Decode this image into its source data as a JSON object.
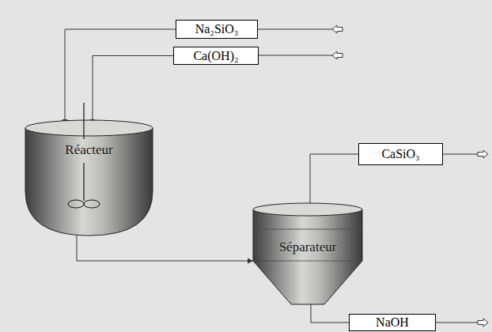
{
  "diagram": {
    "nodes": [
      {
        "text": [
          "Na₂SiO₃"
        ]
      },
      {
        "text": [
          "Ca(OH)₂"
        ]
      },
      {
        "text": [
          "Réacteur"
        ]
      },
      {
        "text": [
          "Séparateur"
        ]
      },
      {
        "text": [
          "CaSiO₃"
        ]
      },
      {
        "text": [
          "NaOH"
        ]
      }
    ],
    "edges": [
      {
        "from": 0,
        "to": 2,
        "arrow": "to"
      },
      {
        "from": 1,
        "to": 2,
        "arrow": "to"
      },
      {
        "from": 2,
        "to": 3,
        "arrow": "to"
      },
      {
        "from": 3,
        "to": 4,
        "arrow": "none"
      },
      {
        "from": 3,
        "to": 5,
        "arrow": "none"
      }
    ]
  }
}
